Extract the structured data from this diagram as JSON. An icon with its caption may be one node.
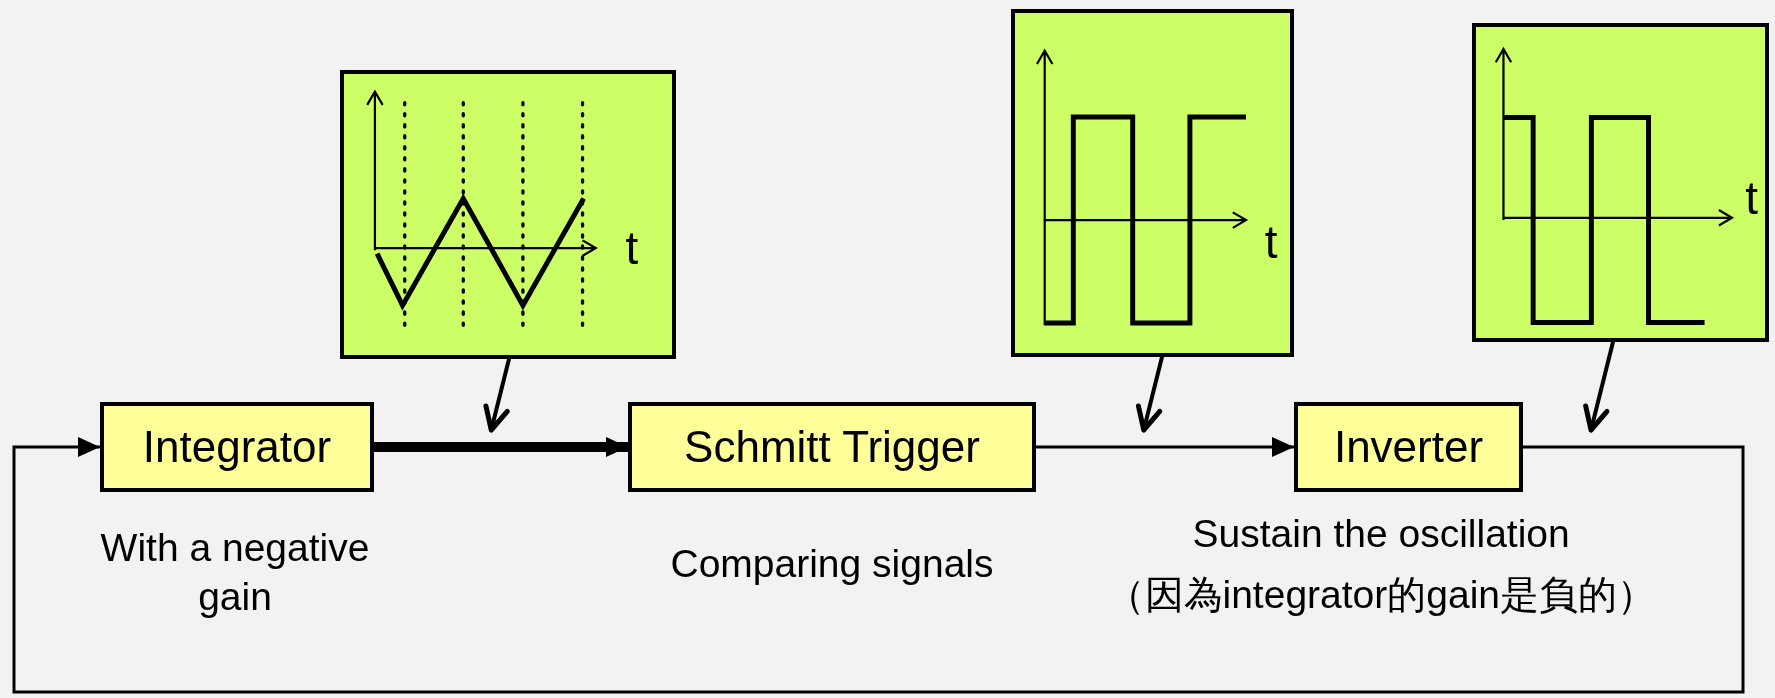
{
  "diagram": {
    "nodes": [
      {
        "text": [
          "Integrator"
        ],
        "beside": [
          "With a negative gain"
        ]
      },
      {
        "text": [
          "Schmitt Trigger"
        ],
        "beside": [
          "Comparing signals"
        ]
      },
      {
        "text": [
          "Inverter"
        ],
        "beside": [
          "Sustain the oscillation",
          "（因為integrator的gain是負的）"
        ]
      },
      {
        "text": [
          "t"
        ]
      },
      {
        "text": [
          "t"
        ]
      },
      {
        "text": [
          "t"
        ]
      }
    ],
    "edges": [
      {
        "from": 0,
        "to": 1,
        "arrow": "to",
        "style": "thick"
      },
      {
        "from": 1,
        "to": 2,
        "arrow": "to"
      },
      {
        "from": 2,
        "to": 0,
        "arrow": "to"
      },
      {
        "from": 3,
        "to": null,
        "arrow": "to"
      },
      {
        "from": 4,
        "to": null,
        "arrow": "to"
      },
      {
        "from": 5,
        "to": null,
        "arrow": "to"
      }
    ]
  }
}
